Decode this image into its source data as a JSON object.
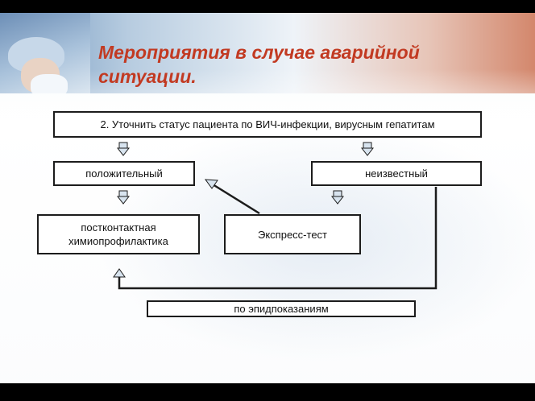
{
  "title": {
    "line1": "Мероприятия в случае аварийной",
    "line2": "ситуации."
  },
  "colors": {
    "title": "#c23a22",
    "box_border": "#1c1c1c",
    "arrow_fill": "#d8e4ef"
  },
  "icons": {
    "photo": "surgeon-photo"
  },
  "diagram": {
    "nodes": {
      "status": "2. Уточнить статус пациента по ВИЧ-инфекции, вирусным гепатитам",
      "positive": "положительный",
      "unknown": "неизвестный",
      "pep_line1": "постконтактная",
      "pep_line2": "химиопрофилактика",
      "express": "Экспресс-тест",
      "epid": "по эпидпоказаниям"
    },
    "edges": [
      {
        "from": "status",
        "to": "positive"
      },
      {
        "from": "status",
        "to": "unknown"
      },
      {
        "from": "positive",
        "to": "pep"
      },
      {
        "from": "unknown",
        "to": "express"
      },
      {
        "from": "express",
        "to": "positive"
      },
      {
        "from": "unknown",
        "to": "pep",
        "via": "epid"
      }
    ]
  }
}
